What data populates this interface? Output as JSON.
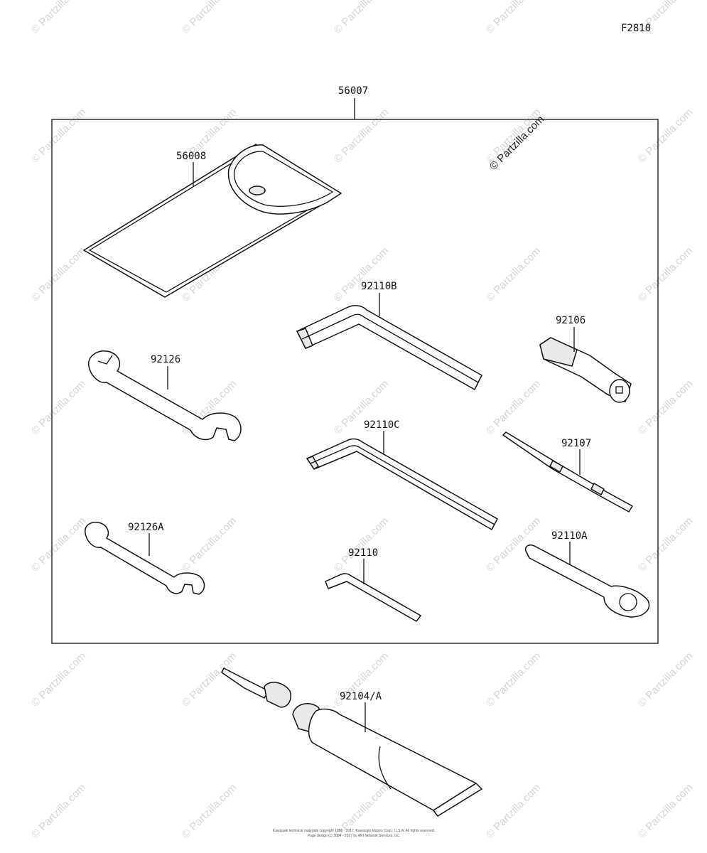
{
  "figure_id": "F2810",
  "watermark": "© Partzilla.com",
  "main_watermark": "© Partzilla.com",
  "parts": {
    "kit": "56007",
    "pouch": "56008",
    "hex_wrench_b": "92110B",
    "screwdriver_handle": "92106",
    "spanner_92126": "92126",
    "hex_wrench_c": "92110C",
    "screwdriver_bit": "92107",
    "spanner_92126a": "92126A",
    "hex_wrench": "92110",
    "ring_wrench": "92110A",
    "grease_tube": "92104/A"
  },
  "copyright": {
    "line1": "Kawasaki technical materials copyright 1986 - 2017, Kawasaki Motors Corp., U.S.A. All rights reserved.",
    "line2": "Page design (c) 2004 - 2017 by ARI Network Services, Inc."
  }
}
